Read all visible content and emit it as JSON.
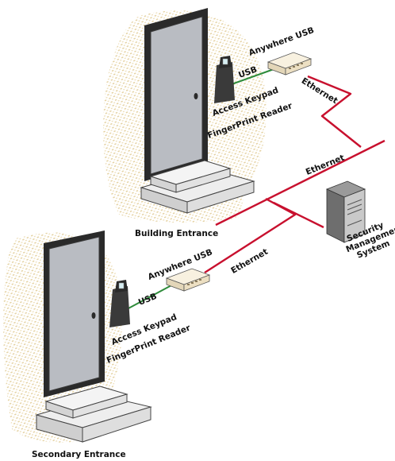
{
  "labels": {
    "building_entrance": "Building Entrance",
    "secondary_entrance": "Secondary Entrance",
    "anywhere_usb_top": "Anywhere USB",
    "anywhere_usb_bottom": "Anywhere USB",
    "usb_top": "USB",
    "usb_bottom": "USB",
    "access_keypad_top": "Access Keypad",
    "fingerprint_top": "FingerPrint Reader",
    "access_keypad_bottom": "Access Keypad",
    "fingerprint_bottom": "FingerPrint Reader",
    "ethernet_top": "Ethernet",
    "ethernet_mid": "Ethernet",
    "ethernet_bottom": "Ethernet",
    "security_line1": "Security",
    "security_line2": "Management",
    "security_line3": "System"
  },
  "colors": {
    "ethernet": "#c8102e",
    "usb_cable": "#2e8b3a",
    "door_frame": "#2a2a2a",
    "door_panel": "#b9bcc2",
    "step": "#d9d9d9",
    "speckle": "#e6d4a8",
    "keypad": "#3a3a3a",
    "hub": "#f3e9d2"
  }
}
